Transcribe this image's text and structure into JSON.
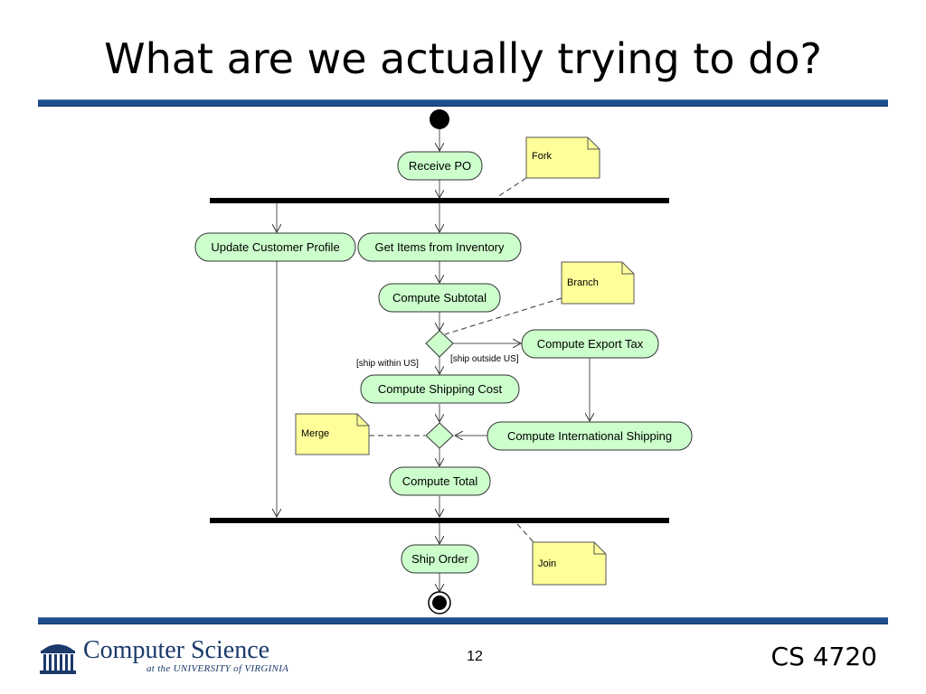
{
  "slide": {
    "title": "What are we actually trying to do?",
    "page_number": "12",
    "course": "CS 4720"
  },
  "logo": {
    "main": "Computer Science",
    "sub": "at the UNIVERSITY of VIRGINIA"
  },
  "diagram": {
    "actions": {
      "receive_po": "Receive PO",
      "update_profile": "Update Customer Profile",
      "get_items": "Get Items from Inventory",
      "compute_subtotal": "Compute Subtotal",
      "compute_export_tax": "Compute Export Tax",
      "compute_shipping": "Compute Shipping Cost",
      "compute_intl_shipping": "Compute International Shipping",
      "compute_total": "Compute Total",
      "ship_order": "Ship Order"
    },
    "guards": {
      "within": "[ship within US]",
      "outside": "[ship outside US]"
    },
    "notes": {
      "fork": "Fork",
      "branch": "Branch",
      "merge": "Merge",
      "join": "Join"
    },
    "colors": {
      "action_fill": "#ccffcc",
      "note_fill": "#ffff99",
      "rule": "#1f4e8c"
    }
  }
}
